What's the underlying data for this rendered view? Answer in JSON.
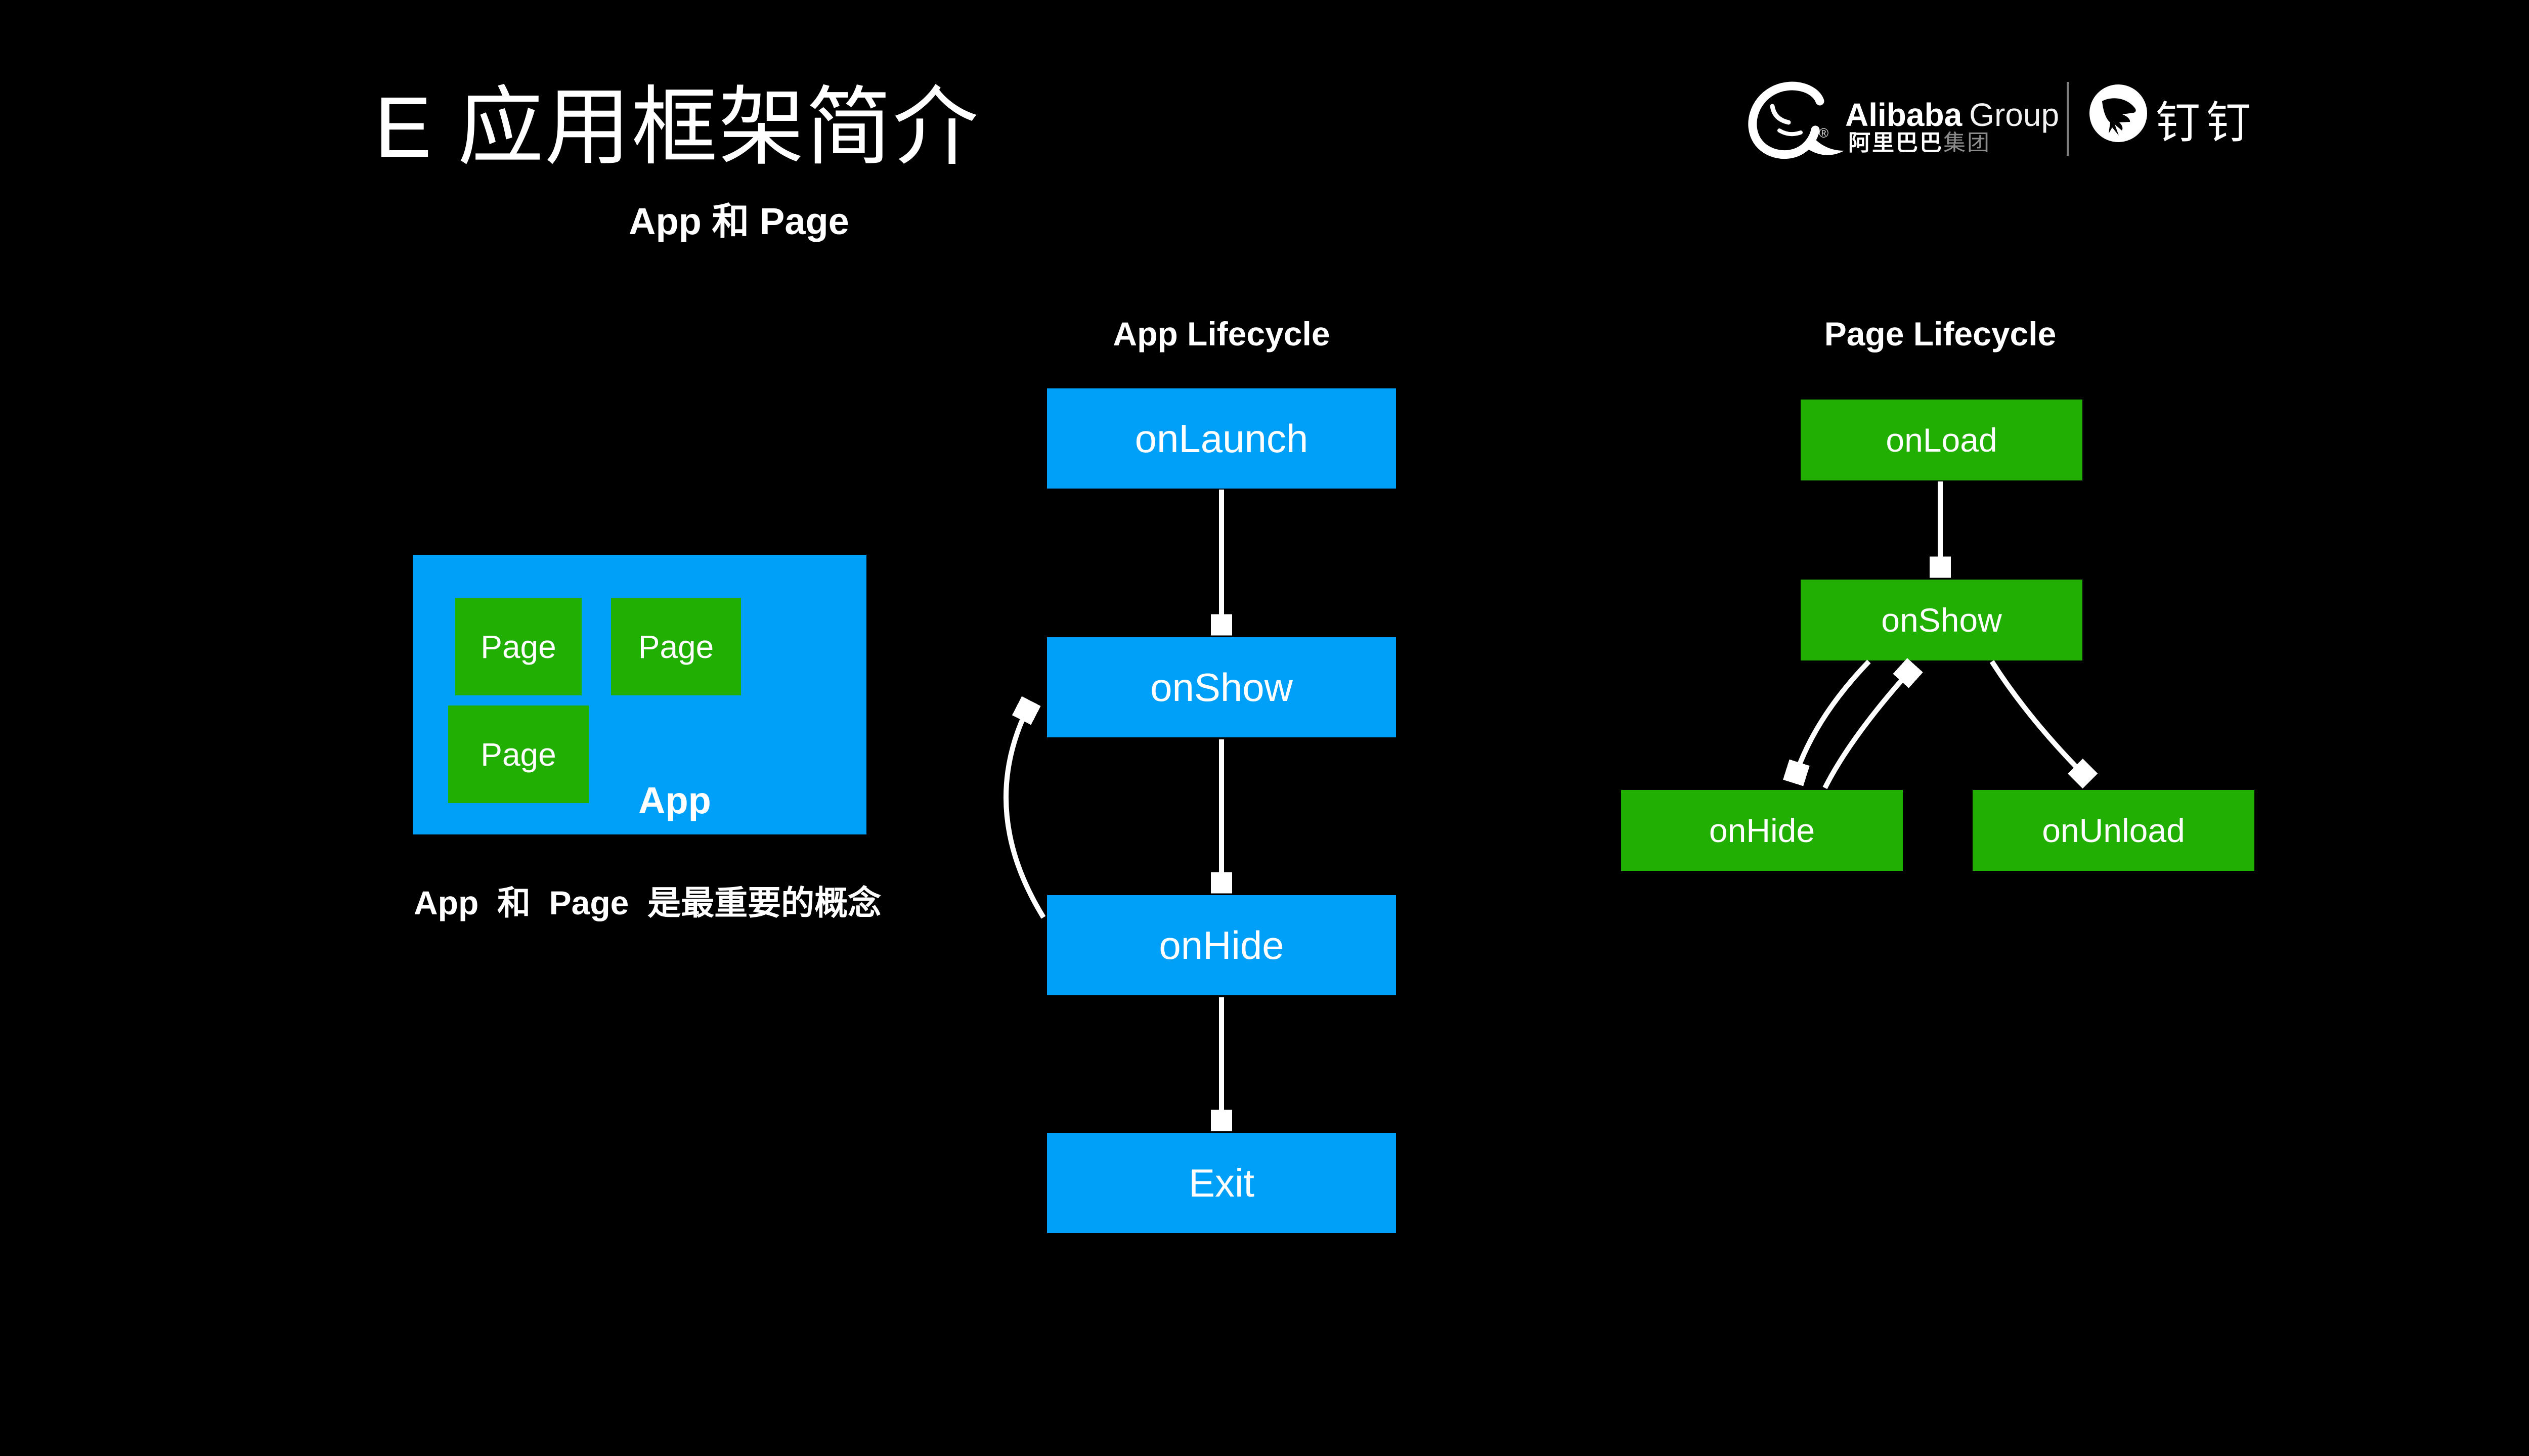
{
  "slide": {
    "title": "E 应用框架简介",
    "subtitle": "App 和 Page",
    "caption": "App  和  Page  是最重要的概念"
  },
  "brand": {
    "alibaba_wordmark_bold": "Alibaba",
    "alibaba_wordmark_light": "Group",
    "alibaba_chinese_main": "阿里巴巴",
    "alibaba_chinese_sub": "集团",
    "registered_mark": "®",
    "dingtalk_wordmark": "钉钉"
  },
  "app_diagram": {
    "app_label": "App",
    "page_labels": [
      "Page",
      "Page",
      "Page"
    ]
  },
  "app_lifecycle": {
    "heading": "App Lifecycle",
    "steps": [
      "onLaunch",
      "onShow",
      "onHide",
      "Exit"
    ]
  },
  "page_lifecycle": {
    "heading": "Page Lifecycle",
    "steps": [
      "onLoad",
      "onShow",
      "onHide",
      "onUnload"
    ]
  },
  "colors": {
    "bg": "#000000",
    "blue": "#00A0F8",
    "green": "#21AF04",
    "text": "#FFFFFF"
  }
}
